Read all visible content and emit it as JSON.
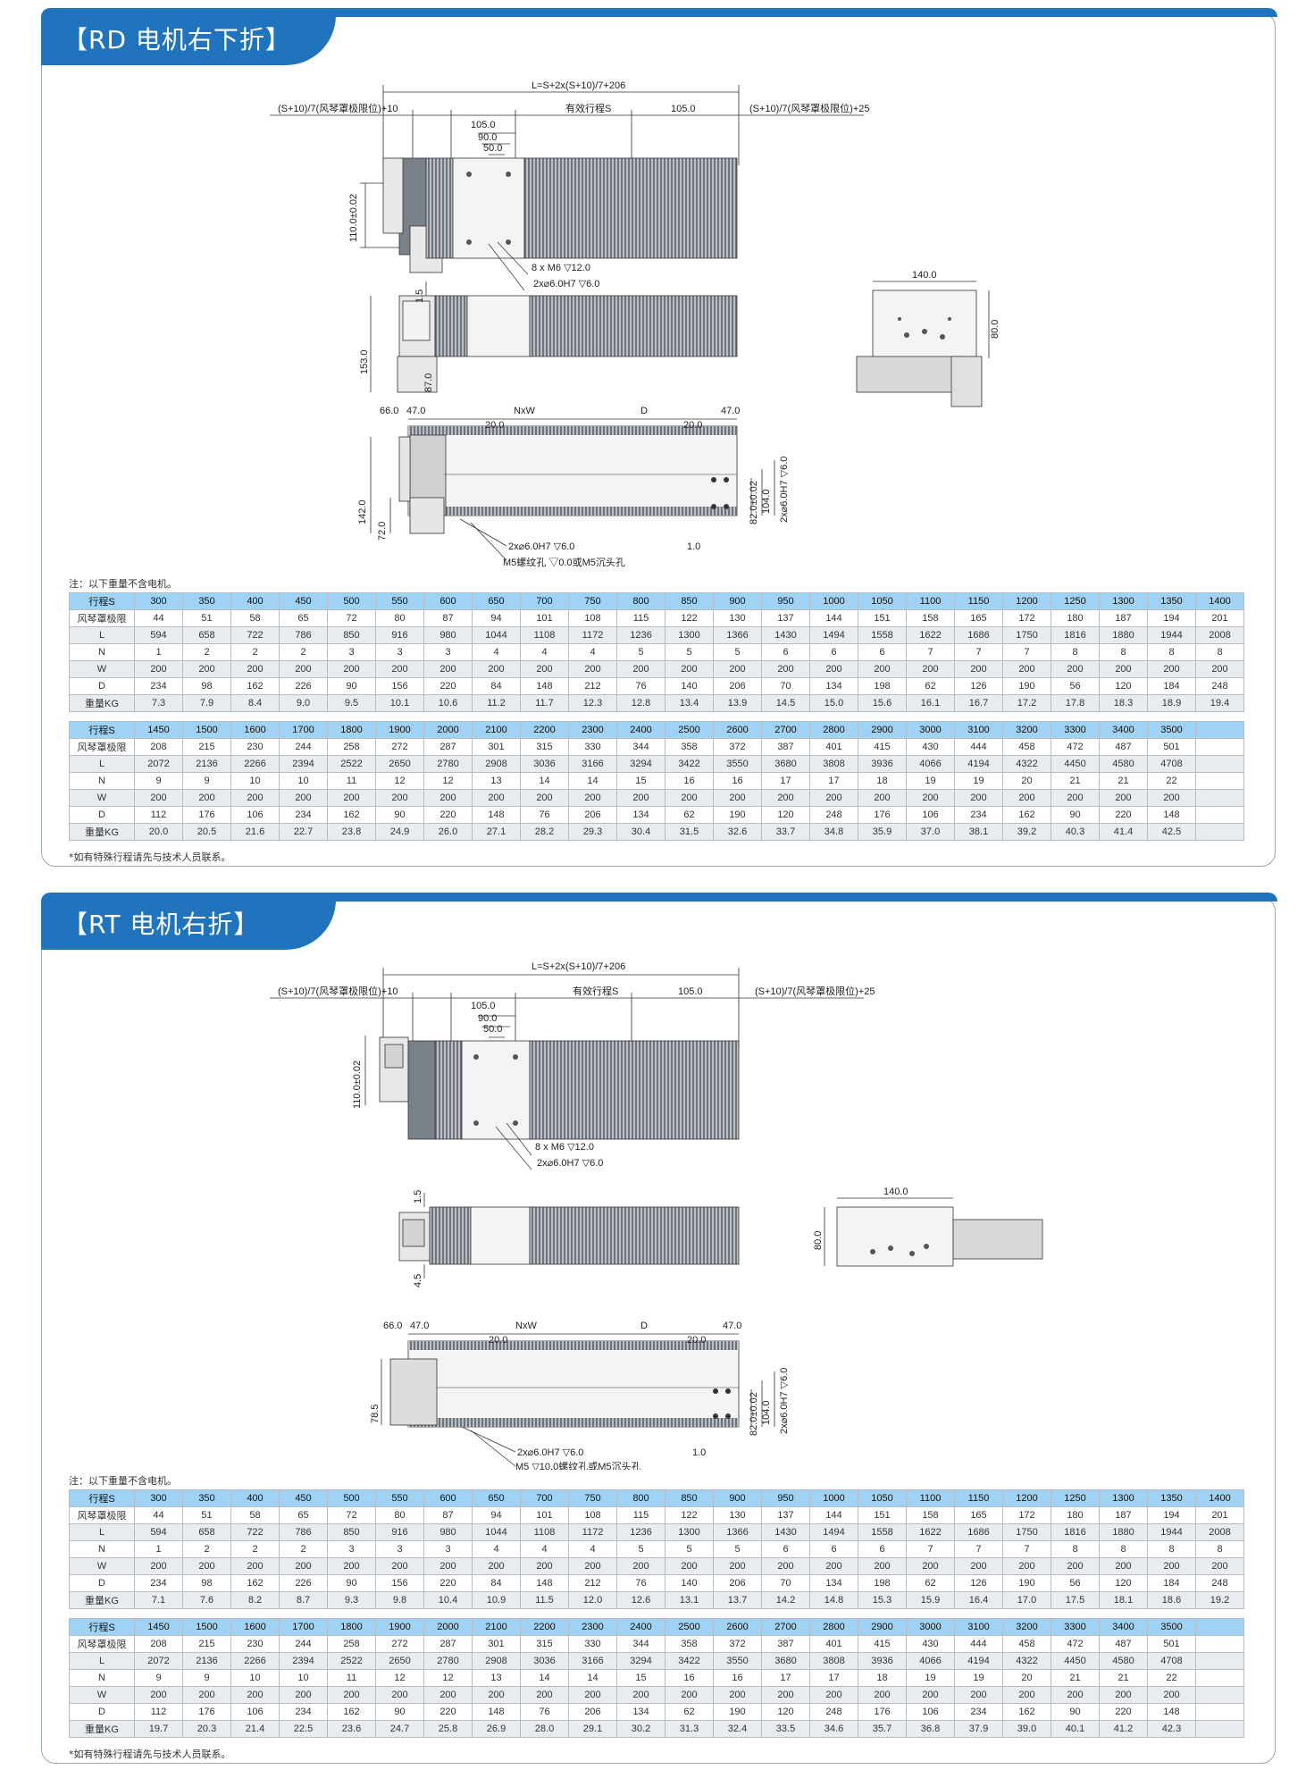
{
  "sections": [
    {
      "title": "【RD  电机右下折】",
      "note_top": "注：以下重量不含电机。",
      "note_bottom": "*如有特殊行程请先与技术人员联系。",
      "dims": {
        "L": "L=S+2x(S+10)/7+206",
        "left": "(S+10)/7(风琴罩极限位)+10",
        "stroke": "有效行程S",
        "d105": "105.0",
        "right": "(S+10)/7(风琴罩极限位)+25",
        "d105b": "105.0",
        "d90": "90.0",
        "d50": "50.0",
        "h110": "110.0±0.02",
        "m6": "8 x  M6 ▽12.0",
        "h7a": "2x⌀6.0H7 ▽6.0",
        "d15": "1.5",
        "d153": "153.0",
        "d87": "87.0",
        "d140": "140.0",
        "d80": "80.0",
        "d66": "66.0",
        "d47a": "47.0",
        "nxw": "NxW",
        "D": "D",
        "d47b": "47.0",
        "d20a": "20.0",
        "d20b": "20.0",
        "d142": "142.0",
        "d72": "72.0",
        "d820": "82.0±0.02",
        "d104": "104.0",
        "h7v": "2x⌀6.0H7 ▽6.0",
        "h7b": "2x⌀6.0H7 ▽6.0",
        "m5": "M5螺纹孔 ▽0.0或M5沉头孔",
        "d10": "1.0"
      },
      "table1": {
        "rows": [
          [
            "行程S",
            "300",
            "350",
            "400",
            "450",
            "500",
            "550",
            "600",
            "650",
            "700",
            "750",
            "800",
            "850",
            "900",
            "950",
            "1000",
            "1050",
            "1100",
            "1150",
            "1200",
            "1250",
            "1300",
            "1350",
            "1400"
          ],
          [
            "风琴罩极限",
            "44",
            "51",
            "58",
            "65",
            "72",
            "80",
            "87",
            "94",
            "101",
            "108",
            "115",
            "122",
            "130",
            "137",
            "144",
            "151",
            "158",
            "165",
            "172",
            "180",
            "187",
            "194",
            "201"
          ],
          [
            "L",
            "594",
            "658",
            "722",
            "786",
            "850",
            "916",
            "980",
            "1044",
            "1108",
            "1172",
            "1236",
            "1300",
            "1366",
            "1430",
            "1494",
            "1558",
            "1622",
            "1686",
            "1750",
            "1816",
            "1880",
            "1944",
            "2008"
          ],
          [
            "N",
            "1",
            "2",
            "2",
            "2",
            "3",
            "3",
            "3",
            "4",
            "4",
            "4",
            "5",
            "5",
            "5",
            "6",
            "6",
            "6",
            "7",
            "7",
            "7",
            "8",
            "8",
            "8",
            "8"
          ],
          [
            "W",
            "200",
            "200",
            "200",
            "200",
            "200",
            "200",
            "200",
            "200",
            "200",
            "200",
            "200",
            "200",
            "200",
            "200",
            "200",
            "200",
            "200",
            "200",
            "200",
            "200",
            "200",
            "200",
            "200"
          ],
          [
            "D",
            "234",
            "98",
            "162",
            "226",
            "90",
            "156",
            "220",
            "84",
            "148",
            "212",
            "76",
            "140",
            "206",
            "70",
            "134",
            "198",
            "62",
            "126",
            "190",
            "56",
            "120",
            "184",
            "248"
          ],
          [
            "重量KG",
            "7.3",
            "7.9",
            "8.4",
            "9.0",
            "9.5",
            "10.1",
            "10.6",
            "11.2",
            "11.7",
            "12.3",
            "12.8",
            "13.4",
            "13.9",
            "14.5",
            "15.0",
            "15.6",
            "16.1",
            "16.7",
            "17.2",
            "17.8",
            "18.3",
            "18.9",
            "19.4"
          ]
        ]
      },
      "table2": {
        "rows": [
          [
            "行程S",
            "1450",
            "1500",
            "1600",
            "1700",
            "1800",
            "1900",
            "2000",
            "2100",
            "2200",
            "2300",
            "2400",
            "2500",
            "2600",
            "2700",
            "2800",
            "2900",
            "3000",
            "3100",
            "3200",
            "3300",
            "3400",
            "3500",
            ""
          ],
          [
            "风琴罩极限",
            "208",
            "215",
            "230",
            "244",
            "258",
            "272",
            "287",
            "301",
            "315",
            "330",
            "344",
            "358",
            "372",
            "387",
            "401",
            "415",
            "430",
            "444",
            "458",
            "472",
            "487",
            "501",
            ""
          ],
          [
            "L",
            "2072",
            "2136",
            "2266",
            "2394",
            "2522",
            "2650",
            "2780",
            "2908",
            "3036",
            "3166",
            "3294",
            "3422",
            "3550",
            "3680",
            "3808",
            "3936",
            "4066",
            "4194",
            "4322",
            "4450",
            "4580",
            "4708",
            ""
          ],
          [
            "N",
            "9",
            "9",
            "10",
            "10",
            "11",
            "12",
            "12",
            "13",
            "14",
            "14",
            "15",
            "16",
            "16",
            "17",
            "17",
            "18",
            "19",
            "19",
            "20",
            "21",
            "21",
            "22",
            ""
          ],
          [
            "W",
            "200",
            "200",
            "200",
            "200",
            "200",
            "200",
            "200",
            "200",
            "200",
            "200",
            "200",
            "200",
            "200",
            "200",
            "200",
            "200",
            "200",
            "200",
            "200",
            "200",
            "200",
            "200",
            ""
          ],
          [
            "D",
            "112",
            "176",
            "106",
            "234",
            "162",
            "90",
            "220",
            "148",
            "76",
            "206",
            "134",
            "62",
            "190",
            "120",
            "248",
            "176",
            "106",
            "234",
            "162",
            "90",
            "220",
            "148",
            ""
          ],
          [
            "重量KG",
            "20.0",
            "20.5",
            "21.6",
            "22.7",
            "23.8",
            "24.9",
            "26.0",
            "27.1",
            "28.2",
            "29.3",
            "30.4",
            "31.5",
            "32.6",
            "33.7",
            "34.8",
            "35.9",
            "37.0",
            "38.1",
            "39.2",
            "40.3",
            "41.4",
            "42.5",
            ""
          ]
        ]
      }
    },
    {
      "title": "【RT  电机右折】",
      "note_top": "注：以下重量不含电机。",
      "note_bottom": "*如有特殊行程请先与技术人员联系。",
      "dims": {
        "L": "L=S+2x(S+10)/7+206",
        "left": "(S+10)/7(风琴罩极限位)+10",
        "stroke": "有效行程S",
        "d105": "105.0",
        "right": "(S+10)/7(风琴罩极限位)+25",
        "d105b": "105.0",
        "d90": "90.0",
        "d50": "50.0",
        "h110": "110.0±0.02",
        "m6": "8 x  M6 ▽12.0",
        "h7a": "2x⌀6.0H7 ▽6.0",
        "d15": "1.5",
        "d45": "4.5",
        "d140": "140.0",
        "d80": "80.0",
        "d66": "66.0",
        "d47a": "47.0",
        "nxw": "NxW",
        "D": "D",
        "d47b": "47.0",
        "d20a": "20.0",
        "d20b": "20.0",
        "d785": "78.5",
        "d820": "82.0±0.02",
        "d104": "104.0",
        "h7v": "2x⌀6.0H7 ▽6.0",
        "h7b": "2x⌀6.0H7 ▽6.0",
        "m5": "M5 ▽10.0螺纹孔或M5沉头孔",
        "d10": "1.0"
      },
      "table1": {
        "rows": [
          [
            "行程S",
            "300",
            "350",
            "400",
            "450",
            "500",
            "550",
            "600",
            "650",
            "700",
            "750",
            "800",
            "850",
            "900",
            "950",
            "1000",
            "1050",
            "1100",
            "1150",
            "1200",
            "1250",
            "1300",
            "1350",
            "1400"
          ],
          [
            "风琴罩极限",
            "44",
            "51",
            "58",
            "65",
            "72",
            "80",
            "87",
            "94",
            "101",
            "108",
            "115",
            "122",
            "130",
            "137",
            "144",
            "151",
            "158",
            "165",
            "172",
            "180",
            "187",
            "194",
            "201"
          ],
          [
            "L",
            "594",
            "658",
            "722",
            "786",
            "850",
            "916",
            "980",
            "1044",
            "1108",
            "1172",
            "1236",
            "1300",
            "1366",
            "1430",
            "1494",
            "1558",
            "1622",
            "1686",
            "1750",
            "1816",
            "1880",
            "1944",
            "2008"
          ],
          [
            "N",
            "1",
            "2",
            "2",
            "2",
            "3",
            "3",
            "3",
            "4",
            "4",
            "4",
            "5",
            "5",
            "5",
            "6",
            "6",
            "6",
            "7",
            "7",
            "7",
            "8",
            "8",
            "8",
            "8"
          ],
          [
            "W",
            "200",
            "200",
            "200",
            "200",
            "200",
            "200",
            "200",
            "200",
            "200",
            "200",
            "200",
            "200",
            "200",
            "200",
            "200",
            "200",
            "200",
            "200",
            "200",
            "200",
            "200",
            "200",
            "200"
          ],
          [
            "D",
            "234",
            "98",
            "162",
            "226",
            "90",
            "156",
            "220",
            "84",
            "148",
            "212",
            "76",
            "140",
            "206",
            "70",
            "134",
            "198",
            "62",
            "126",
            "190",
            "56",
            "120",
            "184",
            "248"
          ],
          [
            "重量KG",
            "7.1",
            "7.6",
            "8.2",
            "8.7",
            "9.3",
            "9.8",
            "10.4",
            "10.9",
            "11.5",
            "12.0",
            "12.6",
            "13.1",
            "13.7",
            "14.2",
            "14.8",
            "15.3",
            "15.9",
            "16.4",
            "17.0",
            "17.5",
            "18.1",
            "18.6",
            "19.2"
          ]
        ]
      },
      "table2": {
        "rows": [
          [
            "行程S",
            "1450",
            "1500",
            "1600",
            "1700",
            "1800",
            "1900",
            "2000",
            "2100",
            "2200",
            "2300",
            "2400",
            "2500",
            "2600",
            "2700",
            "2800",
            "2900",
            "3000",
            "3100",
            "3200",
            "3300",
            "3400",
            "3500",
            ""
          ],
          [
            "风琴罩极限",
            "208",
            "215",
            "230",
            "244",
            "258",
            "272",
            "287",
            "301",
            "315",
            "330",
            "344",
            "358",
            "372",
            "387",
            "401",
            "415",
            "430",
            "444",
            "458",
            "472",
            "487",
            "501",
            ""
          ],
          [
            "L",
            "2072",
            "2136",
            "2266",
            "2394",
            "2522",
            "2650",
            "2780",
            "2908",
            "3036",
            "3166",
            "3294",
            "3422",
            "3550",
            "3680",
            "3808",
            "3936",
            "4066",
            "4194",
            "4322",
            "4450",
            "4580",
            "4708",
            ""
          ],
          [
            "N",
            "9",
            "9",
            "10",
            "10",
            "11",
            "12",
            "12",
            "13",
            "14",
            "14",
            "15",
            "16",
            "16",
            "17",
            "17",
            "18",
            "19",
            "19",
            "20",
            "21",
            "21",
            "22",
            ""
          ],
          [
            "W",
            "200",
            "200",
            "200",
            "200",
            "200",
            "200",
            "200",
            "200",
            "200",
            "200",
            "200",
            "200",
            "200",
            "200",
            "200",
            "200",
            "200",
            "200",
            "200",
            "200",
            "200",
            "200",
            ""
          ],
          [
            "D",
            "112",
            "176",
            "106",
            "234",
            "162",
            "90",
            "220",
            "148",
            "76",
            "206",
            "134",
            "62",
            "190",
            "120",
            "248",
            "176",
            "106",
            "234",
            "162",
            "90",
            "220",
            "148",
            ""
          ],
          [
            "重量KG",
            "19.7",
            "20.3",
            "21.4",
            "22.5",
            "23.6",
            "24.7",
            "25.8",
            "26.9",
            "28.0",
            "29.1",
            "30.2",
            "31.3",
            "32.4",
            "33.5",
            "34.6",
            "35.7",
            "36.8",
            "37.9",
            "39.0",
            "40.1",
            "41.2",
            "42.3",
            ""
          ]
        ]
      }
    }
  ]
}
